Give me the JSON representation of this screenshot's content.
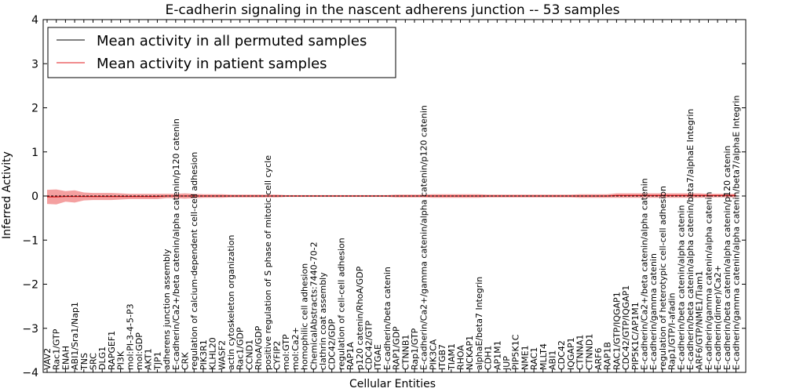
{
  "chart_data": {
    "type": "line",
    "title": "E-cadherin signaling in the nascent adherens junction -- 53 samples",
    "xlabel": "Cellular Entities",
    "ylabel": "Inferred Activity",
    "ylim": [
      -4,
      4
    ],
    "yticks": [
      -4,
      -3,
      -2,
      -1,
      0,
      1,
      2,
      3,
      4
    ],
    "ytick_labels": [
      "−4",
      "−3",
      "−2",
      "−1",
      "0",
      "1",
      "2",
      "3",
      "4"
    ],
    "grid": false,
    "legend_position": "top-left",
    "colors": {
      "permuted": "#000000",
      "patient": "#e31a1c",
      "band": "#f08080"
    },
    "categories": [
      "VAV2",
      "Rac1/GTP",
      "ENAH",
      "ABI1/Sra1/Nap1",
      "TNS",
      "SRC",
      "DLG1",
      "RAPGEF1",
      "PI3K",
      "mol:PI-3-4-5-P3",
      "mol:GDP",
      "AKT1",
      "TJP1",
      "adherens junction assembly",
      "E-cadherin/Ca2+/beta catenin/alpha catenin/p120 catenin",
      "CRK",
      "regulation of calcium-dependent cell-cell adhesion",
      "PIK3R1",
      "KLHL20",
      "WASF2",
      "actin cytoskeleton organization",
      "Rac1/GDP",
      "CCND1",
      "RhoA/GDP",
      "positive regulation of S phase of mitotic cell cycle",
      "CYFIP2",
      "mol:GTP",
      "mol:Ca2+",
      "homophilic cell adhesion",
      "ChemicalAbstracts:7440-70-2",
      "clathrin coat assembly",
      "CDC42/GDP",
      "regulation of cell-cell adhesion",
      "RAP1A",
      "p120 catenin/RhoA/GDP",
      "CDC42/GTP",
      "ITGAE",
      "E-cadherin/beta catenin",
      "RAP1/GDP",
      "CTNNB1",
      "Rap1/GTP",
      "E-cadherin/Ca2+/gamma catenin/alpha catenin/p120 catenin",
      "PIK3CA",
      "ITGB7",
      "TIAM1",
      "RHOA",
      "NCKAP1",
      "alphaE/beta7 Integrin",
      "CDH1",
      "AP1M1",
      "JUP",
      "PIP5K1C",
      "NME1",
      "RAC1",
      "MLLT4",
      "ABI1",
      "CDC42",
      "IQGAP1",
      "CTNNA1",
      "CTNND1",
      "ARF6",
      "RAP1B",
      "RAC1/GTP/IQGAP1",
      "CDC42/GTP/IQGAP1",
      "PIP5K1C/AP1M1",
      "E-cadherin/Ca2+/beta catenin/alpha catenin",
      "E-cadherin/gamma catenin",
      "regulation of heterotypic cell-cell adhesion",
      "Rap1/GTP/I-afadin",
      "E-cadherin/beta catenin/alpha catenin",
      "E-cadherin/beta catenin/alpha catenin/beta7/alphaE Integrin",
      "ARF6/GTP/NME1/Tiam1",
      "E-cadherin/gamma catenin/alpha catenin",
      "E-cadherin(dimer)/Ca2+",
      "E-cadherin/beta catenin/alpha catenin/p120 catenin",
      "E-cadherin/gamma catenin/alpha catenin/beta7/alphaE Integrin"
    ],
    "series": [
      {
        "name": "Mean activity in all permuted samples",
        "values": [
          0,
          0,
          0,
          0,
          0,
          0,
          0,
          0,
          0,
          0,
          0,
          0,
          0,
          0,
          0,
          0,
          0,
          0,
          0,
          0,
          0,
          0,
          0,
          0,
          0,
          0,
          0,
          0,
          0,
          0,
          0,
          0,
          0,
          0,
          0,
          0,
          0,
          0,
          0,
          0,
          0,
          0,
          0,
          0,
          0,
          0,
          0,
          0,
          0,
          0,
          0,
          0,
          0,
          0,
          0,
          0,
          0,
          0,
          0,
          0,
          0,
          0,
          0,
          0,
          0,
          0,
          0,
          0,
          0,
          0,
          0,
          0,
          0,
          0,
          0,
          0
        ]
      },
      {
        "name": "Mean activity in patient samples",
        "values": [
          -0.02,
          -0.02,
          -0.01,
          -0.01,
          -0.01,
          -0.01,
          -0.01,
          -0.01,
          -0.01,
          -0.01,
          -0.01,
          -0.01,
          -0.01,
          0,
          0,
          0,
          0,
          0,
          0,
          0,
          0,
          0,
          0,
          0,
          0,
          0,
          0,
          0,
          0,
          0,
          0,
          0,
          0,
          0,
          0,
          0,
          0,
          0,
          0,
          0,
          0,
          0,
          0,
          0,
          0,
          0,
          0,
          0,
          0,
          0,
          0,
          0,
          0,
          0,
          0,
          0,
          0,
          0,
          0,
          0,
          0,
          0,
          0.01,
          0.01,
          0.01,
          0.01,
          0.01,
          0.01,
          0.01,
          0.01,
          0.01,
          0.01,
          0.01,
          0.01,
          0.01,
          0.01
        ],
        "band": [
          0.16,
          0.17,
          0.12,
          0.14,
          0.09,
          0.08,
          0.08,
          0.08,
          0.07,
          0.06,
          0.06,
          0.06,
          0.06,
          0.05,
          0.05,
          0.06,
          0.05,
          0.04,
          0.04,
          0.04,
          0.03,
          0.03,
          0.03,
          0.03,
          0.03,
          0.03,
          0.02,
          0.02,
          0.02,
          0.02,
          0.02,
          0.02,
          0.02,
          0.02,
          0.02,
          0.02,
          0.02,
          0.02,
          0.03,
          0.03,
          0.03,
          0.03,
          0.04,
          0.04,
          0.04,
          0.04,
          0.04,
          0.04,
          0.03,
          0.03,
          0.03,
          0.03,
          0.03,
          0.03,
          0.03,
          0.03,
          0.03,
          0.03,
          0.04,
          0.04,
          0.04,
          0.04,
          0.05,
          0.05,
          0.05,
          0.05,
          0.05,
          0.05,
          0.05,
          0.05,
          0.05,
          0.05,
          0.04,
          0.04,
          0.04,
          0.04
        ]
      }
    ]
  }
}
